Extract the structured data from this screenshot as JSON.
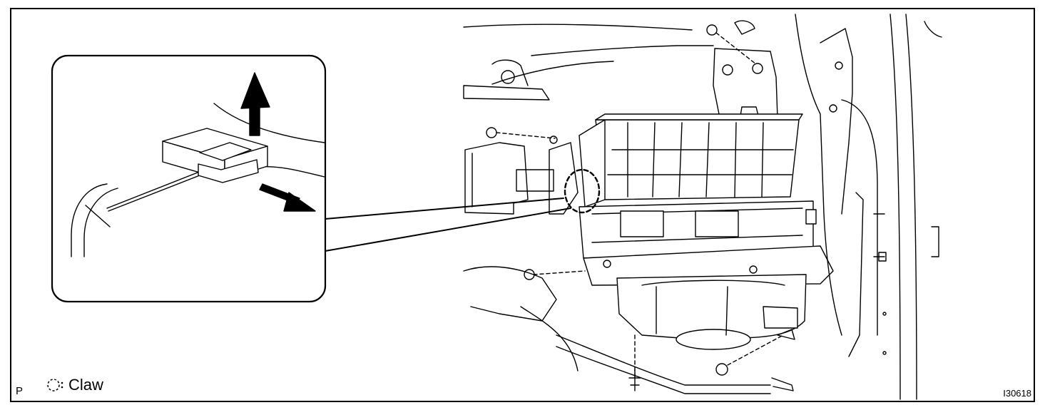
{
  "corner_mark": "P",
  "legend": {
    "icon": "dashed-circle-claw-icon",
    "label": "Claw"
  },
  "figure_code": "I30618",
  "colors": {
    "line": "#000000",
    "background": "#ffffff"
  }
}
